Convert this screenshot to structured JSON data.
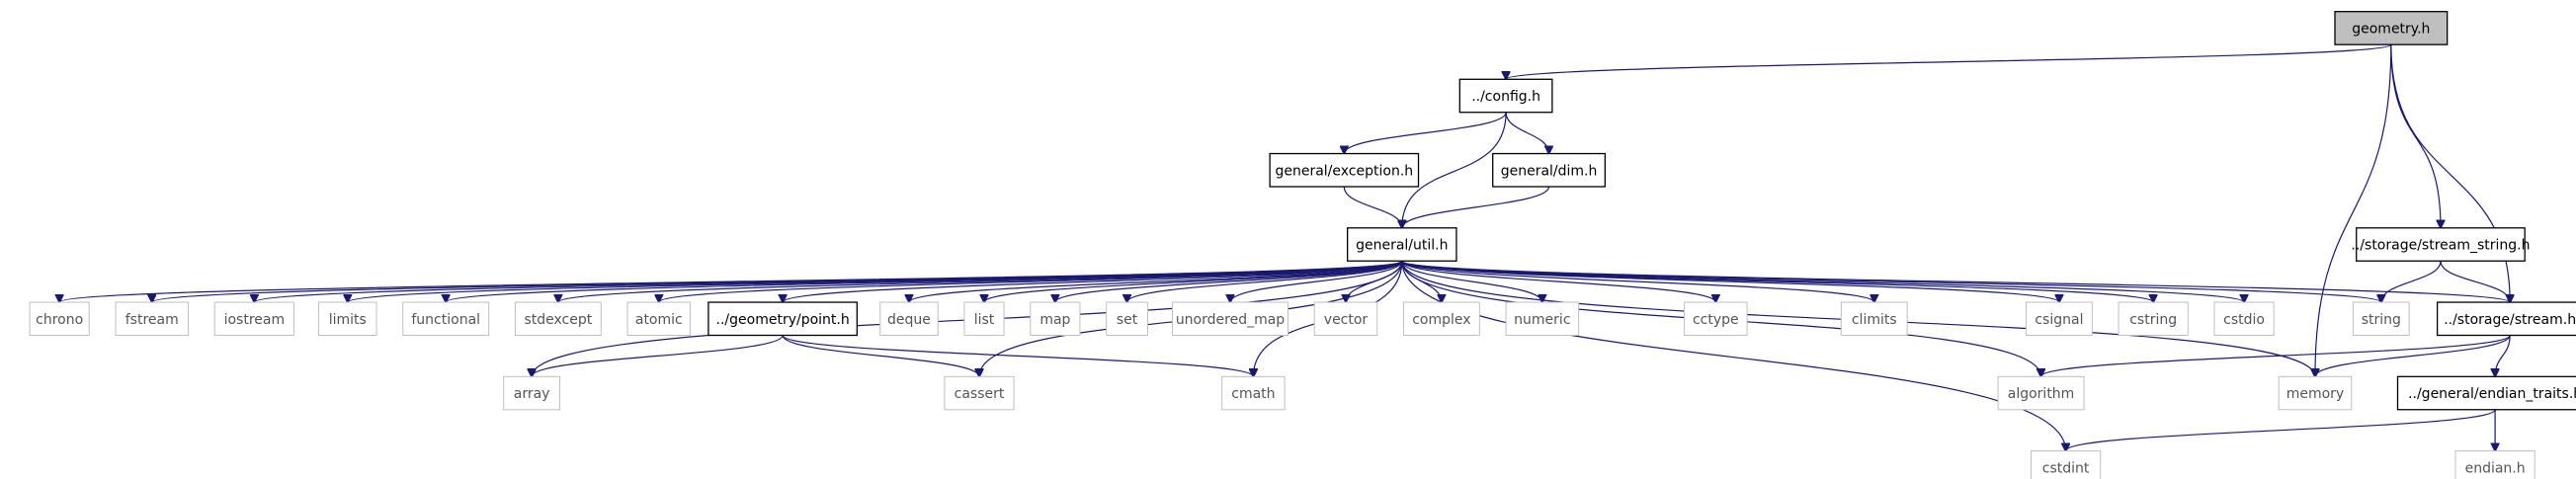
{
  "graph": {
    "root": "geometry.h",
    "colors": {
      "edge": "#191970",
      "root_fill": "#bfbfbf",
      "local_border": "#000000",
      "system_border": "#bfbfbf"
    },
    "nodes": [
      {
        "id": "geometry",
        "label": "geometry.h",
        "kind": "root"
      },
      {
        "id": "config",
        "label": "../config.h",
        "kind": "local"
      },
      {
        "id": "exception",
        "label": "general/exception.h",
        "kind": "local"
      },
      {
        "id": "dim",
        "label": "general/dim.h",
        "kind": "local"
      },
      {
        "id": "util",
        "label": "general/util.h",
        "kind": "local"
      },
      {
        "id": "stream_string",
        "label": "../storage/stream_string.h",
        "kind": "local"
      },
      {
        "id": "stream",
        "label": "../storage/stream.h",
        "kind": "local"
      },
      {
        "id": "point",
        "label": "../geometry/point.h",
        "kind": "local"
      },
      {
        "id": "endian_traits",
        "label": "../general/endian_traits.h",
        "kind": "local"
      },
      {
        "id": "chrono",
        "label": "chrono",
        "kind": "system"
      },
      {
        "id": "fstream",
        "label": "fstream",
        "kind": "system"
      },
      {
        "id": "iostream",
        "label": "iostream",
        "kind": "system"
      },
      {
        "id": "limits",
        "label": "limits",
        "kind": "system"
      },
      {
        "id": "functional",
        "label": "functional",
        "kind": "system"
      },
      {
        "id": "stdexcept",
        "label": "stdexcept",
        "kind": "system"
      },
      {
        "id": "atomic",
        "label": "atomic",
        "kind": "system"
      },
      {
        "id": "deque",
        "label": "deque",
        "kind": "system"
      },
      {
        "id": "list",
        "label": "list",
        "kind": "system"
      },
      {
        "id": "map",
        "label": "map",
        "kind": "system"
      },
      {
        "id": "set",
        "label": "set",
        "kind": "system"
      },
      {
        "id": "unordered_map",
        "label": "unordered_map",
        "kind": "system"
      },
      {
        "id": "vector",
        "label": "vector",
        "kind": "system"
      },
      {
        "id": "complex",
        "label": "complex",
        "kind": "system"
      },
      {
        "id": "numeric",
        "label": "numeric",
        "kind": "system"
      },
      {
        "id": "cctype",
        "label": "cctype",
        "kind": "system"
      },
      {
        "id": "climits",
        "label": "climits",
        "kind": "system"
      },
      {
        "id": "csignal",
        "label": "csignal",
        "kind": "system"
      },
      {
        "id": "cstring",
        "label": "cstring",
        "kind": "system"
      },
      {
        "id": "cstdio",
        "label": "cstdio",
        "kind": "system"
      },
      {
        "id": "string",
        "label": "string",
        "kind": "system"
      },
      {
        "id": "array",
        "label": "array",
        "kind": "system"
      },
      {
        "id": "cassert",
        "label": "cassert",
        "kind": "system"
      },
      {
        "id": "cmath",
        "label": "cmath",
        "kind": "system"
      },
      {
        "id": "algorithm",
        "label": "algorithm",
        "kind": "system"
      },
      {
        "id": "memory",
        "label": "memory",
        "kind": "system"
      },
      {
        "id": "cstdint",
        "label": "cstdint",
        "kind": "system"
      },
      {
        "id": "endian",
        "label": "endian.h",
        "kind": "system"
      }
    ],
    "edges": [
      [
        "geometry",
        "config"
      ],
      [
        "geometry",
        "memory"
      ],
      [
        "geometry",
        "stream_string"
      ],
      [
        "geometry",
        "stream"
      ],
      [
        "config",
        "exception"
      ],
      [
        "config",
        "dim"
      ],
      [
        "config",
        "util"
      ],
      [
        "exception",
        "util"
      ],
      [
        "dim",
        "util"
      ],
      [
        "util",
        "chrono"
      ],
      [
        "util",
        "fstream"
      ],
      [
        "util",
        "iostream"
      ],
      [
        "util",
        "limits"
      ],
      [
        "util",
        "functional"
      ],
      [
        "util",
        "stdexcept"
      ],
      [
        "util",
        "atomic"
      ],
      [
        "util",
        "point"
      ],
      [
        "util",
        "deque"
      ],
      [
        "util",
        "list"
      ],
      [
        "util",
        "map"
      ],
      [
        "util",
        "set"
      ],
      [
        "util",
        "unordered_map"
      ],
      [
        "util",
        "vector"
      ],
      [
        "util",
        "complex"
      ],
      [
        "util",
        "numeric"
      ],
      [
        "util",
        "cctype"
      ],
      [
        "util",
        "climits"
      ],
      [
        "util",
        "csignal"
      ],
      [
        "util",
        "cstring"
      ],
      [
        "util",
        "cstdio"
      ],
      [
        "util",
        "string"
      ],
      [
        "util",
        "stream"
      ],
      [
        "util",
        "array"
      ],
      [
        "util",
        "cassert"
      ],
      [
        "util",
        "cmath"
      ],
      [
        "util",
        "algorithm"
      ],
      [
        "util",
        "memory"
      ],
      [
        "util",
        "cstdint"
      ],
      [
        "point",
        "array"
      ],
      [
        "point",
        "cassert"
      ],
      [
        "point",
        "cmath"
      ],
      [
        "stream_string",
        "string"
      ],
      [
        "stream_string",
        "stream"
      ],
      [
        "stream",
        "algorithm"
      ],
      [
        "stream",
        "memory"
      ],
      [
        "stream",
        "endian_traits"
      ],
      [
        "endian_traits",
        "cstdint"
      ],
      [
        "endian_traits",
        "endian"
      ]
    ]
  }
}
